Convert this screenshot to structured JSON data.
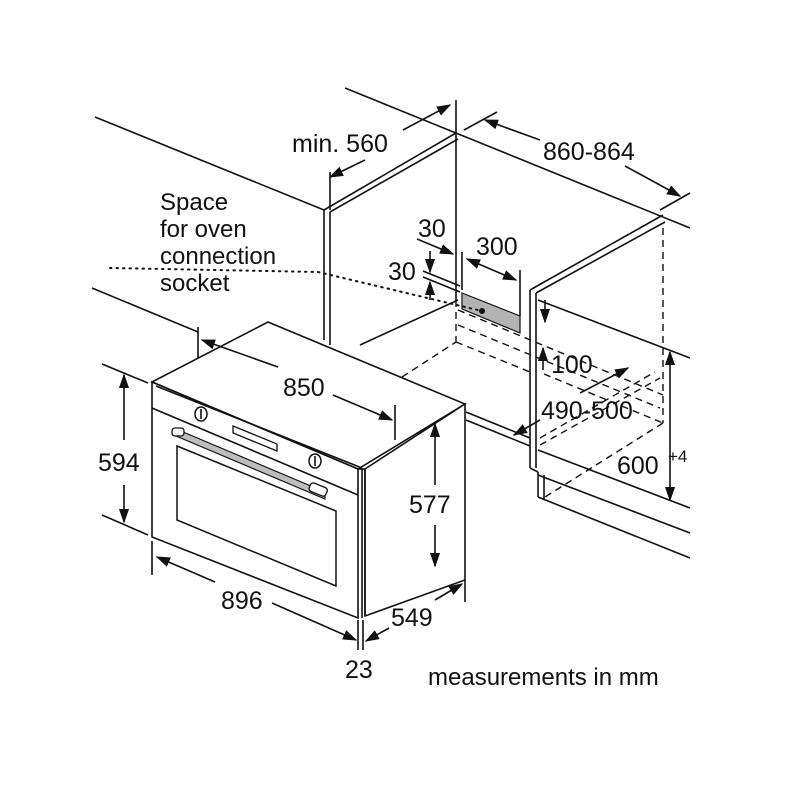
{
  "diagram": {
    "title": "Built-in oven installation dimensions",
    "units_note": "measurements in mm",
    "socket_note": [
      "Space",
      "for oven",
      "connection",
      "socket"
    ],
    "niche": {
      "min_depth": "min. 560",
      "width": "860-864",
      "socket_offset_side": "30",
      "socket_offset_top": "30",
      "socket_width": "300",
      "socket_height_from_floor": "100",
      "depth": "490-500",
      "height": "600",
      "height_tolerance": "+4"
    },
    "appliance": {
      "top_width": "850",
      "front_height": "594",
      "body_height": "577",
      "front_width": "896",
      "body_depth": "549",
      "fascia_thickness": "23"
    },
    "colors": {
      "line": "#111111",
      "socket_fill": "#b3b3b3",
      "handle_fill": "#bdbdbd",
      "background": "#ffffff"
    }
  }
}
